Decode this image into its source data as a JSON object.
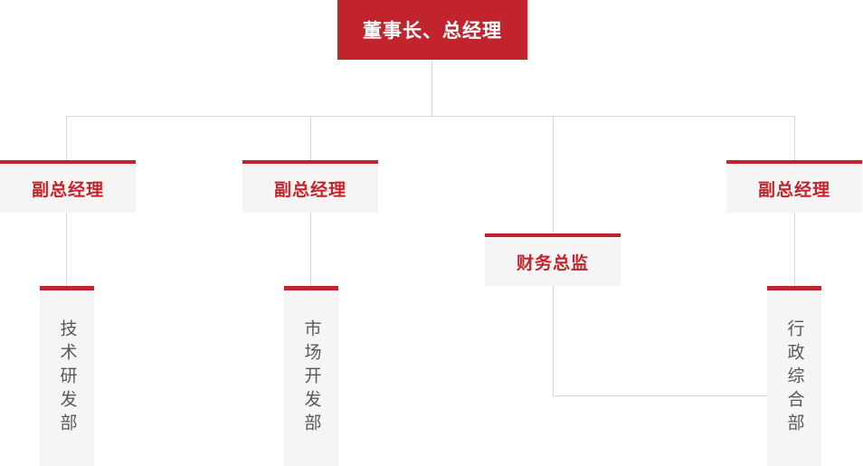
{
  "org": {
    "root": {
      "label": "董事长、总经理"
    },
    "managers": [
      {
        "label": "副总经理"
      },
      {
        "label": "副总经理"
      },
      {
        "label": "财务总监"
      },
      {
        "label": "副总经理"
      }
    ],
    "departments": [
      {
        "label": "技术研发部"
      },
      {
        "label": "市场开发部"
      },
      {
        "label": "行政综合部"
      }
    ]
  },
  "colors": {
    "accent_red": "#c2242d",
    "node_background": "#f5f5f5",
    "connector_line": "#d8d8d8",
    "department_text": "#595959",
    "root_text": "#ffffff"
  }
}
